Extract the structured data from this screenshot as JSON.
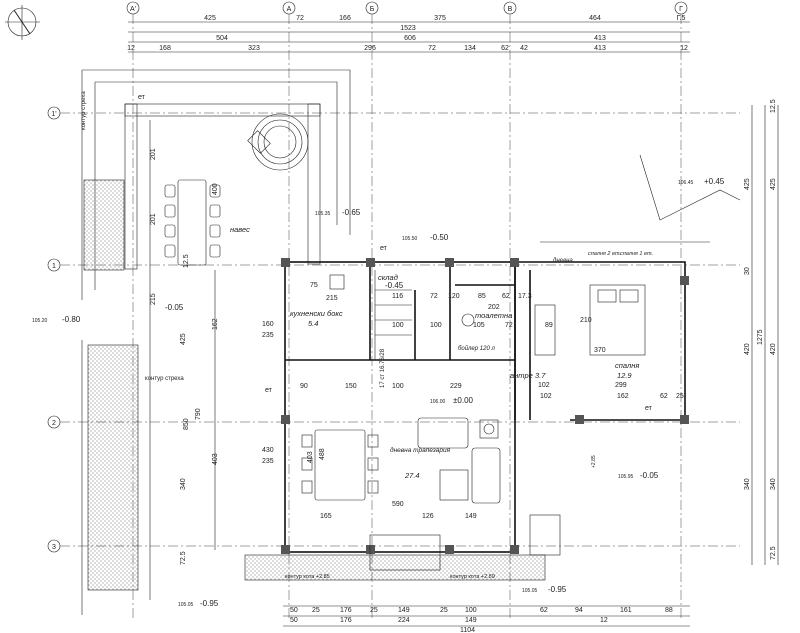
{
  "axes_top": [
    "А'",
    "А",
    "Б",
    "В",
    "Г"
  ],
  "axes_top_right": "Г.5",
  "axes_left": [
    "1'",
    "1",
    "2",
    "3"
  ],
  "dims_top_row1": [
    "425",
    "72",
    "166",
    "375",
    "464"
  ],
  "dims_top_total": "1523",
  "dims_top_row2": [
    "504",
    "606",
    "413"
  ],
  "dims_top_row3": [
    "12",
    "168",
    "323",
    "296",
    "72",
    "134",
    "62",
    "42",
    "413",
    "12"
  ],
  "dims_bottom_row1": [
    "50",
    "25",
    "176",
    "25",
    "149",
    "25",
    "100",
    "62",
    "94",
    "161",
    "88"
  ],
  "dims_bottom_row2": [
    "50",
    "176",
    "224",
    "149",
    "12"
  ],
  "dims_bottom_total": "1104",
  "dims_right": [
    "12.5",
    "425",
    "420",
    "1275",
    "340",
    "72.5"
  ],
  "dims_right_inner": [
    "425",
    "30",
    "420",
    "340"
  ],
  "dims_left": [
    "201",
    "400",
    "201",
    "12.5",
    "215",
    "162",
    "425",
    "790",
    "850",
    "403",
    "340",
    "72.5"
  ],
  "rooms": {
    "naves": "навес",
    "kitchen": "кухненски бокс",
    "kitchen_area": "5.4",
    "sklad": "склад",
    "toilet": "тоалетна",
    "boiler": "бойлер\n120 л",
    "antre": "антре",
    "antre_area": "3.7",
    "bedroom": "спалня",
    "bedroom_area": "12.9",
    "living": "дневна\nтрапезария",
    "living_area": "27.4",
    "dnevna_label": "дневна",
    "spalnya_2": "спалня\n2 ет.",
    "spalnya_1": "спалня\n1 ет."
  },
  "levels": {
    "l1": "-0.65",
    "l2": "-0.50",
    "l3": "-0.45",
    "l4": "-0.05",
    "l5": "-0.80",
    "l6": "±0.00",
    "l7": "-0.05",
    "l8": "-0.95",
    "l9": "-0.95",
    "l10": "+0.45",
    "ref1": "105.35",
    "ref2": "105.50",
    "ref3": "106.45",
    "ref4": "105.20",
    "ref5": "106.00",
    "ref6": "105.95",
    "ref7": "105.05",
    "ref8": "105.05"
  },
  "notes": {
    "kontur_strehi_1": "контур стреха",
    "kontur_strehi_2": "контур стреха",
    "kontur_kota_1": "контур кота +2.85",
    "kontur_kota_2": "контур кота +2.89",
    "stair_note": "17 ст 16.76/28",
    "et1": "ет",
    "et2": "ет",
    "et3": "ет",
    "et4": "ет",
    "num_2_85": "+2.85"
  },
  "inner_dims": {
    "d1": "75",
    "d2": "215",
    "d3": "116",
    "d4": "72",
    "d5": "120",
    "d6": "85",
    "d7": "62",
    "d8": "17.3",
    "d9": "202",
    "d10": "100",
    "d11": "100",
    "d12": "105",
    "d13": "72",
    "d14": "89",
    "d15": "210",
    "d16": "370",
    "d17": "299",
    "d18": "162",
    "d19": "102",
    "d20": "102",
    "d21": "160",
    "d22": "235",
    "d23": "90",
    "d24": "150",
    "d25": "229",
    "d26": "100",
    "d27": "430",
    "d28": "235",
    "d29": "165",
    "d30": "126",
    "d31": "590",
    "d32": "149",
    "d33": "403",
    "d34": "488",
    "d35": "62",
    "d36": "25"
  }
}
